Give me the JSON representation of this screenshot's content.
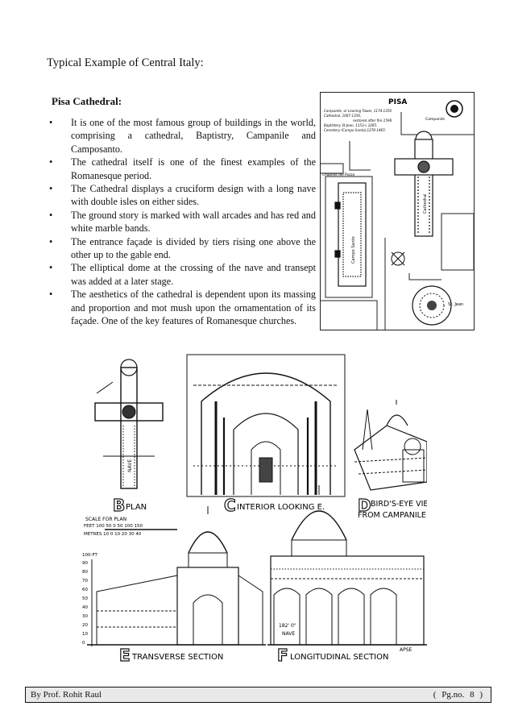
{
  "heading": "Typical Example of Central Italy:",
  "section_title": "Pisa Cathedral:",
  "bullet_symbol": "•",
  "bullets": [
    "It is one of the most famous group of buildings in the world, comprising a cathedral, Baptistry, Campanile and Camposanto.",
    "The cathedral itself is one of the finest examples of the Romanesque period.",
    "The Cathedral displays a cruciform design with a long nave with double isles on either sides.",
    "The ground story is marked with wall arcades and has red and white marble bands.",
    "The entrance façade is divided by tiers rising one above the other up to the gable end.",
    "The elliptical dome at the crossing of the nave and transept was added at a later stage.",
    "The aesthetics of the cathedral is dependent upon its massing and proportion and mot mush upon the ornamentation of its façade. One of the key features of Romanesque churches."
  ],
  "map": {
    "title": "PISA",
    "legend": [
      "Campanile, or Leaning Tower, 1174-1350",
      "Cathedral, 1067-1350,",
      "restored after fire 1596.",
      "Baptistery St.Jean, 1153-c.1265.",
      "Cemetery (Campo Santo),1278-1465."
    ],
    "labels": {
      "campanile": "Campanile",
      "chapelle": "Chapelle del Pozzo",
      "cathedral": "Cathedral",
      "campo_santo": "Campo Santo",
      "st_jean": "St. Jean"
    }
  },
  "plates": {
    "b_letter": "B",
    "b_caption": "PLAN",
    "c_letter": "C",
    "c_caption": "INTERIOR LOOKING E.",
    "d_letter": "D",
    "d_caption_1": "BIRD'S-EYE VIEW",
    "d_caption_2": "FROM CAMPANILE",
    "e_letter": "E",
    "e_caption": "TRANSVERSE SECTION",
    "f_letter": "F",
    "f_caption": "LONGITUDINAL SECTION",
    "scale_title": "SCALE FOR PLAN",
    "scale_feet": "FEET 100   50   0   50   100   150",
    "scale_metres": "METRES   10   0   10   20   30   40",
    "nave": "NAVE",
    "nave_width": "182' 0\"",
    "apse": "APSE",
    "height_unit": "100-FT",
    "height_ticks": [
      "90",
      "80",
      "70",
      "60",
      "50",
      "40",
      "30",
      "20",
      "10",
      "0"
    ]
  },
  "footer": {
    "author": "By Prof. Rohit Raul",
    "open": "(",
    "page_label": "Pg.no.",
    "page_number": "8",
    "close": ")"
  }
}
